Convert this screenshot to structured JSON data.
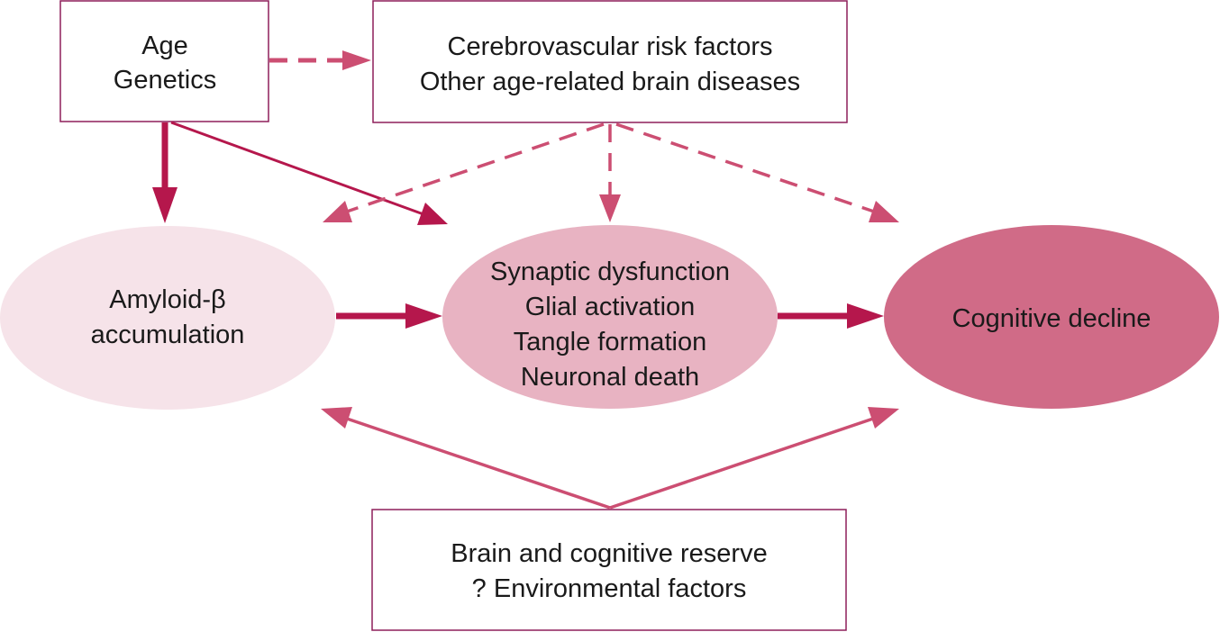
{
  "colors": {
    "box_border": "#8e1f5a",
    "arrow_solid": "#b5174c",
    "arrow_dashed": "#cc4e72",
    "amyloid_fill": "#f6e3e9",
    "synaptic_fill": "#e8b3c2",
    "cognitive_fill": "#d06b87"
  },
  "nodes": {
    "age_genetics": {
      "line1": "Age",
      "line2": "Genetics"
    },
    "cerebrovascular": {
      "line1": "Cerebrovascular risk factors",
      "line2": "Other age-related brain diseases"
    },
    "amyloid": {
      "line1": "Amyloid-β",
      "line2": "accumulation"
    },
    "synaptic": {
      "line1": "Synaptic dysfunction",
      "line2": "Glial activation",
      "line3": "Tangle formation",
      "line4": "Neuronal death"
    },
    "cognitive": {
      "line1": "Cognitive decline"
    },
    "reserve": {
      "line1": "Brain and cognitive reserve",
      "line2": "? Environmental factors"
    }
  }
}
